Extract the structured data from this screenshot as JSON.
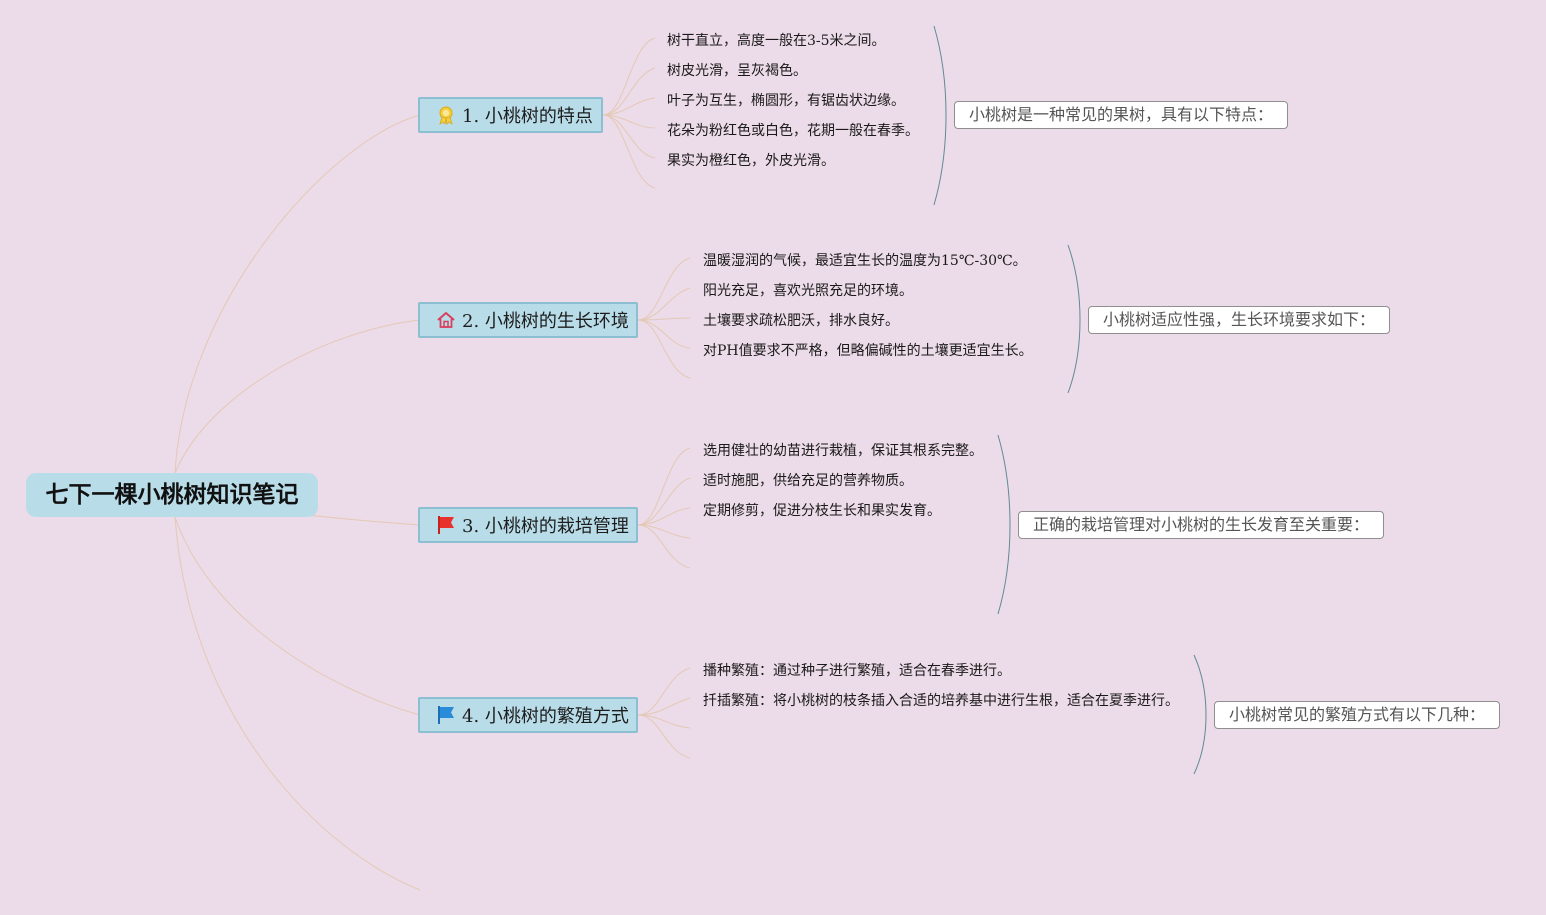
{
  "root": {
    "title": "七下一棵小桃树知识笔记"
  },
  "branches": [
    {
      "label": "1. 小桃树的特点",
      "icon": "award-ribbon-icon",
      "summary": "小桃树是一种常见的果树，具有以下特点：",
      "items": [
        "树干直立，高度一般在3-5米之间。",
        "树皮光滑，呈灰褐色。",
        "叶子为互生，椭圆形，有锯齿状边缘。",
        "花朵为粉红色或白色，花期一般在春季。",
        "果实为橙红色，外皮光滑。"
      ]
    },
    {
      "label": "2. 小桃树的生长环境",
      "icon": "home-icon",
      "summary": "小桃树适应性强，生长环境要求如下：",
      "items": [
        "温暖湿润的气候，最适宜生长的温度为15℃-30℃。",
        "阳光充足，喜欢光照充足的环境。",
        "土壤要求疏松肥沃，排水良好。",
        "对PH值要求不严格，但略偏碱性的土壤更适宜生长。"
      ]
    },
    {
      "label": "3. 小桃树的栽培管理",
      "icon": "red-flag-icon",
      "summary": "正确的栽培管理对小桃树的生长发育至关重要：",
      "items": [
        "选用健壮的幼苗进行栽植，保证其根系完整。",
        "适时施肥，供给充足的营养物质。",
        "定期修剪，促进分枝生长和果实发育。"
      ]
    },
    {
      "label": "4. 小桃树的繁殖方式",
      "icon": "blue-flag-icon",
      "summary": "小桃树常见的繁殖方式有以下几种：",
      "items": [
        "播种繁殖：通过种子进行繁殖，适合在春季进行。",
        "扦插繁殖：将小桃树的枝条插入合适的培养基中进行生根，适合在夏季进行。"
      ]
    }
  ],
  "colors": {
    "background": "#ecdbe8",
    "node_fill": "#b9dce9",
    "node_border": "#8cbfd2",
    "connector": "#e3c9b5",
    "bracket": "#5f8c93"
  }
}
